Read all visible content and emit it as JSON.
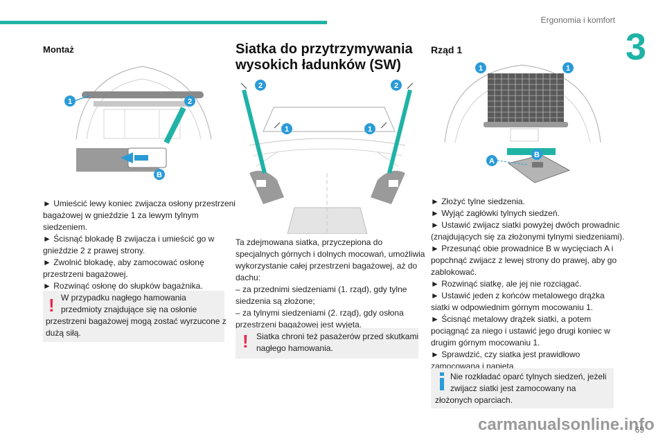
{
  "header": {
    "section_title": "Ergonomia i komfort",
    "chapter_number": "3"
  },
  "page_number": "69",
  "colors": {
    "accent": "#1fb3a6",
    "warning": "#e6294a",
    "callout": "#2a9bd7",
    "box_bg": "#efefef"
  },
  "col1": {
    "heading": "Montaż",
    "figure_callouts": [
      "1",
      "2",
      "B"
    ],
    "paragraph": [
      "► Umieścić lewy koniec zwijacza osłony przestrzeni",
      "bagażowej w gnieździe 1 za lewym tylnym",
      "siedzeniem.",
      "► Ścisnąć blokadę B zwijacza i umieścić go w",
      "gnieździe 2 z prawej strony.",
      "► Zwolnić blokadę, aby zamocować osłonę",
      "przestrzeni bagażowej.",
      "► Rozwinąć osłonę do słupków bagażnika."
    ],
    "warning": {
      "icon": "exclamation-icon",
      "lines": [
        "W przypadku nagłego hamowania",
        "przedmioty znajdujące się na osłonie",
        "przestrzeni bagażowej mogą zostać wyrzucone z",
        "dużą siłą."
      ]
    }
  },
  "col2": {
    "heading_lines": [
      "Siatka do przytrzymywania",
      "wysokich ładunków (SW)"
    ],
    "figure_callouts": [
      "2",
      "2",
      "1",
      "1"
    ],
    "paragraph": [
      "Ta zdejmowana siatka, przyczepiona do",
      "specjalnych górnych i dolnych mocowań, umożliwia",
      "wykorzystanie całej przestrzeni bagażowej, aż do",
      "dachu:",
      "– za przednimi siedzeniami (1. rząd), gdy tylne",
      "siedzenia są złożone;",
      "– za tylnymi siedzeniami (2. rząd), gdy osłona",
      "przestrzeni bagażowej jest wyjęta."
    ],
    "warning": {
      "icon": "exclamation-icon",
      "lines": [
        "Siatka chroni też pasażerów przed skutkami",
        "nagłego hamowania."
      ]
    }
  },
  "col3": {
    "heading": "Rząd 1",
    "figure_callouts": [
      "1",
      "1",
      "B",
      "A"
    ],
    "paragraph": [
      "► Złożyć tylne siedzenia.",
      "► Wyjąć zagłówki tylnych siedzeń.",
      "► Ustawić zwijacz siatki powyżej dwóch prowadnic",
      "(znajdujących się za złożonymi tylnymi siedzeniami).",
      "► Przesunąć obie prowadnice B w wycięciach A i",
      "popchnąć zwijacz z lewej strony do prawej, aby go",
      "zablokować.",
      "► Rozwinąć siatkę, ale jej nie rozciągać.",
      "► Ustawić jeden z końców metalowego drążka",
      "siatki w odpowiednim górnym mocowaniu 1.",
      "► Ścisnąć metalowy drążek siatki, a potem",
      "pociągnąć za niego i ustawić jego drugi koniec w",
      "drugim górnym mocowaniu 1.",
      "► Sprawdzić, czy siatka jest prawidłowo",
      "zamocowana i napięta."
    ],
    "info": {
      "icon": "info-icon",
      "lines": [
        "Nie rozkładać oparć tylnych siedzeń, jeżeli",
        "zwijacz siatki jest zamocowany na",
        "złożonych oparciach."
      ]
    }
  },
  "watermark": "carmanualsonline.info"
}
